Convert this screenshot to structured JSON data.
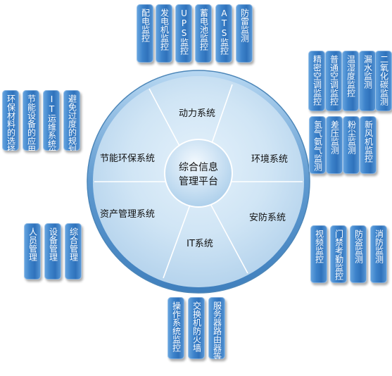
{
  "center_title": [
    "综合信息",
    "管理平台"
  ],
  "segments": [
    "动力系统",
    "环境系统",
    "安防系统",
    "IT系统",
    "资产管理系统",
    "节能环保系统"
  ],
  "power_cards": [
    "配电监控",
    "发电机监控",
    "UPS监控",
    "蓄电池监控",
    "ATS监控",
    "防雷监测"
  ],
  "environment_cards": [
    "精密空调监控",
    "普通空调监控",
    "温湿度监控",
    "漏水监测",
    "二氧化碳监测",
    "氢气氨气监测",
    "差压监测",
    "粉尘监测",
    "新风机监控"
  ],
  "security_cards": [
    "视频监控",
    "门禁考勤监控",
    "防盗监测",
    "消防监测"
  ],
  "it_cards": [
    "操作系统监控",
    "交换机防火墙",
    "服务器路由器等"
  ],
  "asset_cards": [
    "人员管理",
    "设备管理",
    "综合管理"
  ],
  "energy_cards": [
    "环保材料的选择",
    "节能设备的应用",
    "IT运维系统优化",
    "避免过度的规划"
  ]
}
